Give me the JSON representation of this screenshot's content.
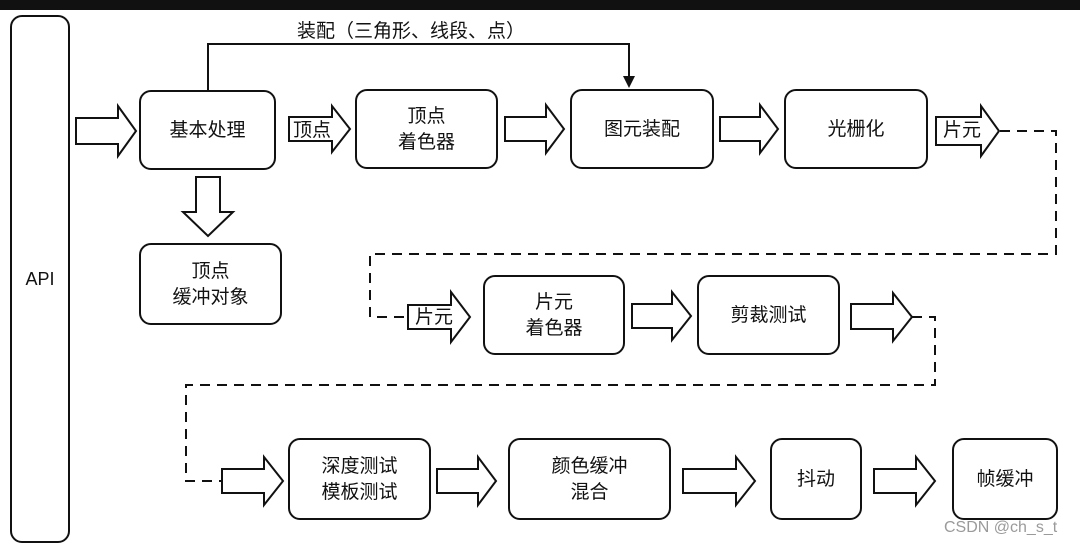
{
  "api": "API",
  "assembly_label": "装配（三角形、线段、点）",
  "stages": {
    "basic": [
      "基本处理"
    ],
    "vertex_buffer": [
      "顶点",
      "缓冲对象"
    ],
    "vertex_shader": [
      "顶点",
      "着色器"
    ],
    "primitive_assembly": [
      "图元装配"
    ],
    "rasterize": [
      "光栅化"
    ],
    "fragment_shader": [
      "片元",
      "着色器"
    ],
    "scissor": [
      "剪裁测试"
    ],
    "depth_stencil": [
      "深度测试",
      "模板测试"
    ],
    "color_buffer": [
      "颜色缓冲",
      "混合"
    ],
    "dither": [
      "抖动"
    ],
    "framebuffer": [
      "帧缓冲"
    ]
  },
  "arrow_labels": {
    "vertex": "顶点",
    "fragment_out": "片元",
    "fragment_in": "片元"
  },
  "watermark": "CSDN @ch_s_t"
}
